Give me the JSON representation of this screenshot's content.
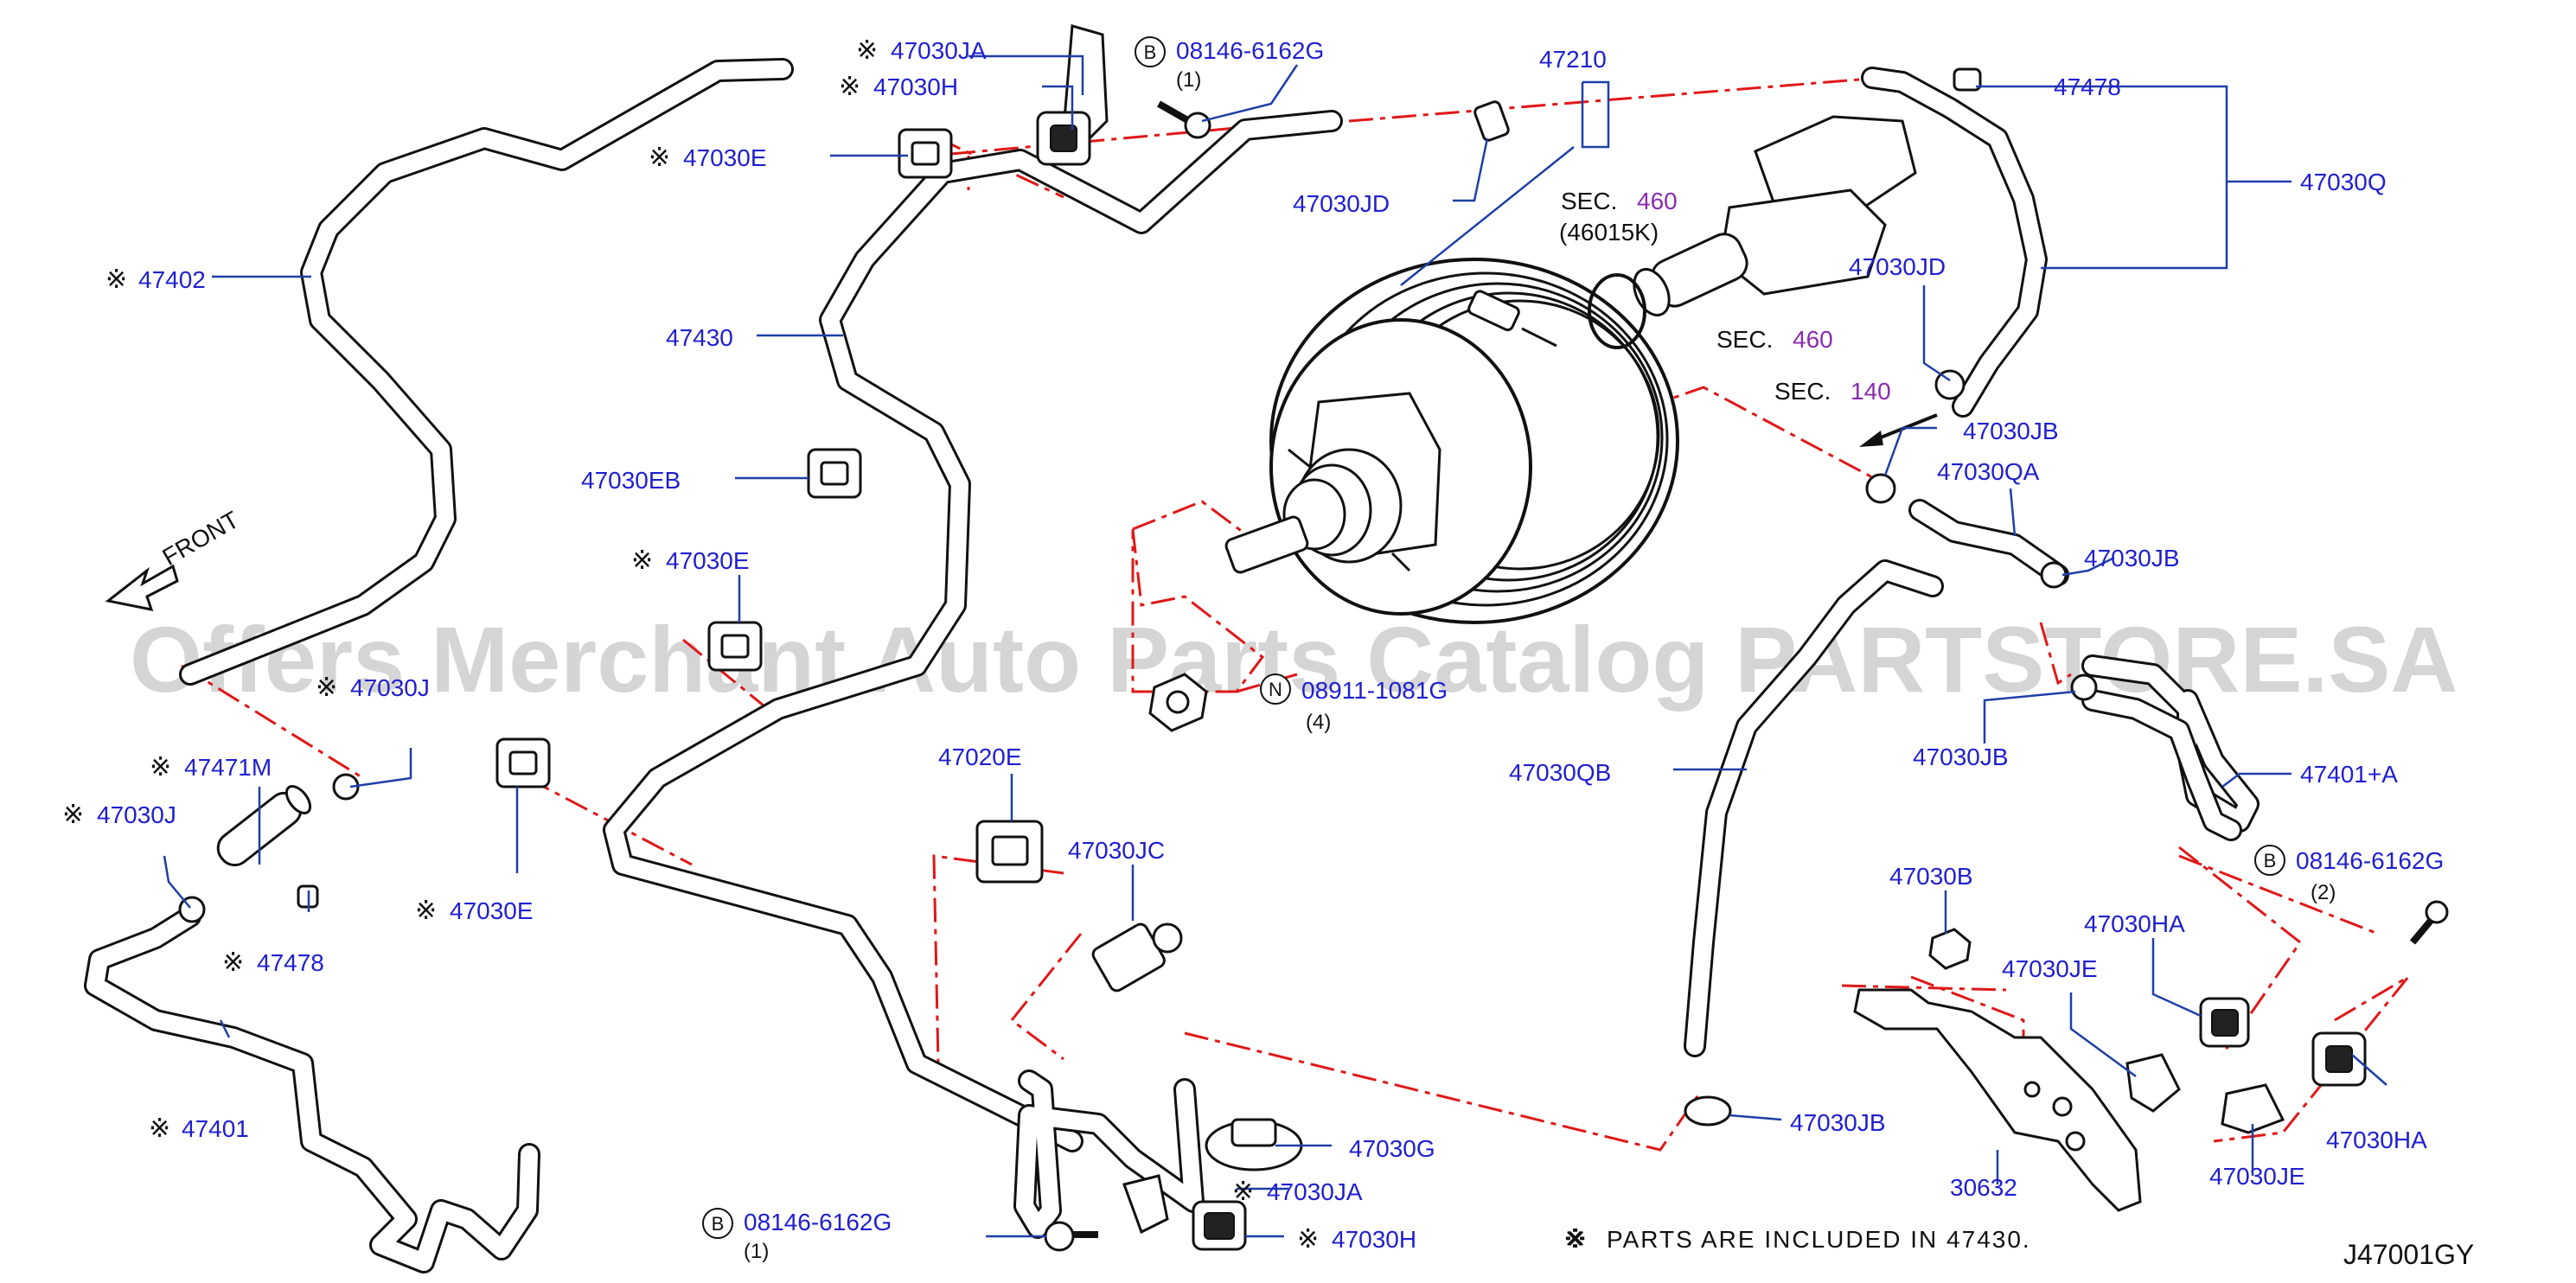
{
  "diagram_code": "J47001GY",
  "watermark": "Offers Merchant Auto Parts Catalog PARTSTORE.SA",
  "front_label": "FRONT",
  "note": {
    "symbol": "※",
    "text": "PARTS  ARE  INCLUDED  IN  47430."
  },
  "sections": [
    {
      "prefix": "SEC.",
      "number": "460"
    },
    {
      "prefix": "SEC.",
      "number": "460"
    },
    {
      "prefix": "SEC.",
      "number": "140"
    }
  ],
  "sec_sub": "(46015K)",
  "labels": {
    "l47030JA_top": "47030JA",
    "l47030H_top": "47030H",
    "l08146_top": "08146-6162G",
    "l08146_top_qty": "(1)",
    "l47030E_top": "47030E",
    "l47402": "47402",
    "l47430": "47430",
    "l47030EB": "47030EB",
    "l47030E_mid": "47030E",
    "l47030J_left": "47030J",
    "l47471M": "47471M",
    "l47030J_left2": "47030J",
    "l47478_left": "47478",
    "l47030E_low": "47030E",
    "l47401_left": "47401",
    "l08146_bottom": "08146-6162G",
    "l08146_bottom_qty": "(1)",
    "l47210": "47210",
    "l47030JD_top": "47030JD",
    "l47478_right": "47478",
    "l47030Q": "47030Q",
    "l47030JD_right": "47030JD",
    "l47030JB_1": "47030JB",
    "l47030QA": "47030QA",
    "l47030JB_2": "47030JB",
    "l47030JB_3": "47030JB",
    "l47401A": "47401+A",
    "l08146_right": "08146-6162G",
    "l08146_right_qty": "(2)",
    "l08911": "08911-1081G",
    "l08911_qty": "(4)",
    "l47030QB": "47030QB",
    "l47020E": "47020E",
    "l47030JC": "47030JC",
    "l47030G": "47030G",
    "l47030JA_bottom": "47030JA",
    "l47030H_bottom": "47030H",
    "l47030B": "47030B",
    "l47030HA_top": "47030HA",
    "l47030JE_top": "47030JE",
    "l47030HA_bottom": "47030HA",
    "l47030JE_bottom": "47030JE",
    "l30632": "30632",
    "l47030JB_bottom": "47030JB"
  },
  "circle_marks": {
    "b": "B",
    "n": "N"
  },
  "colors": {
    "label": "#1f1fd0",
    "section_number": "#8a2bb0",
    "leader": "#1f3fa8",
    "dashed_guide": "#e01818",
    "line_art": "#111111"
  }
}
